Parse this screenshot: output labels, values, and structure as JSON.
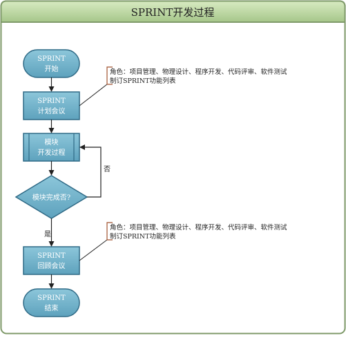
{
  "title": "SPRINT开发过程",
  "colors": {
    "frame": "#7f9a6a",
    "title_bg_top": "#cfe3b6",
    "title_bg_bottom": "#a9c98c",
    "node_fill": "#6fb0c8",
    "node_stroke": "#2f6a86",
    "arrow": "#222222",
    "annotation_stroke": "#a0522d"
  },
  "nodes": {
    "start": {
      "line1": "SPRINT",
      "line2": "开始"
    },
    "plan": {
      "line1": "SPRINT",
      "line2": "计划会议"
    },
    "dev": {
      "line1": "模块",
      "line2": "开发过程"
    },
    "decision": {
      "label": "模块完成否?"
    },
    "review": {
      "line1": "SPRINT",
      "line2": "回顾会议"
    },
    "end": {
      "line1": "SPRINT",
      "line2": "结束"
    }
  },
  "edges": {
    "no_label": "否",
    "yes_label": "是"
  },
  "annotations": [
    {
      "line1": "角色：项目管理、物理设计、程序开发、代码评审、软件测试",
      "line2": "制订SPRINT功能列表"
    },
    {
      "line1": "角色：项目管理、物理设计、程序开发、代码评审、软件测试",
      "line2": "制订SPRINT功能列表"
    }
  ]
}
